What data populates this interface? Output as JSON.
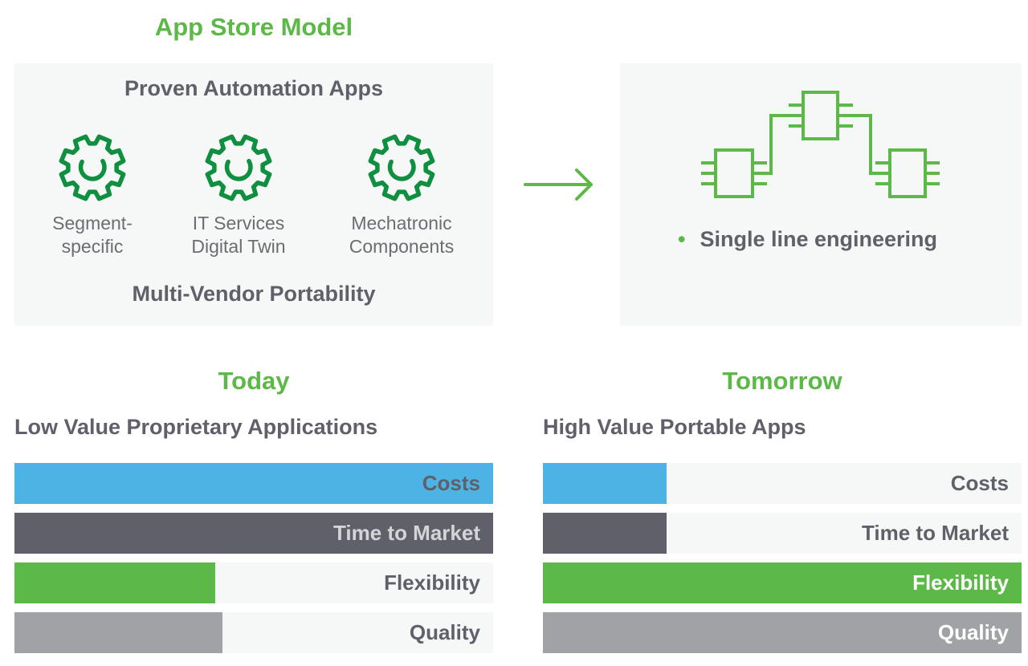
{
  "header": {
    "title": "App Store Model"
  },
  "apps_panel": {
    "heading": "Proven Automation Apps",
    "footer": "Multi-Vendor Portability",
    "items": [
      {
        "icon": "gear-icon",
        "line1": "Segment-",
        "line2": "specific"
      },
      {
        "icon": "gear-icon",
        "line1": "IT Services",
        "line2": "Digital Twin"
      },
      {
        "icon": "gear-icon",
        "line1": "Mechatronic",
        "line2": "Components"
      }
    ]
  },
  "arrow": {
    "icon": "arrow-right-icon"
  },
  "engineering_panel": {
    "icon": "connected-modules-icon",
    "bullet": "•",
    "text": "Single line engineering"
  },
  "today": {
    "title": "Today",
    "subtitle": "Low Value Proprietary Applications",
    "bars": [
      {
        "label": "Costs",
        "value": 1.0,
        "color": "#4cb3e4",
        "label_color": "#5f6069"
      },
      {
        "label": "Time to Market",
        "value": 1.0,
        "color": "#5f6069",
        "label_color": "#d4d5d8"
      },
      {
        "label": "Flexibility",
        "value": 0.42,
        "color": "#5cb947",
        "label_color": "#5f6069"
      },
      {
        "label": "Quality",
        "value": 0.435,
        "color": "#a1a2a6",
        "label_color": "#5f6069"
      }
    ]
  },
  "tomorrow": {
    "title": "Tomorrow",
    "subtitle": "High Value Portable Apps",
    "bars": [
      {
        "label": "Costs",
        "value": 0.258,
        "color": "#4cb3e4",
        "label_color": "#5f6069"
      },
      {
        "label": "Time to Market",
        "value": 0.258,
        "color": "#5f6069",
        "label_color": "#5f6069"
      },
      {
        "label": "Flexibility",
        "value": 1.0,
        "color": "#5cb947",
        "label_color": "#ffffff"
      },
      {
        "label": "Quality",
        "value": 1.0,
        "color": "#a1a2a6",
        "label_color": "#ffffff"
      }
    ]
  }
}
